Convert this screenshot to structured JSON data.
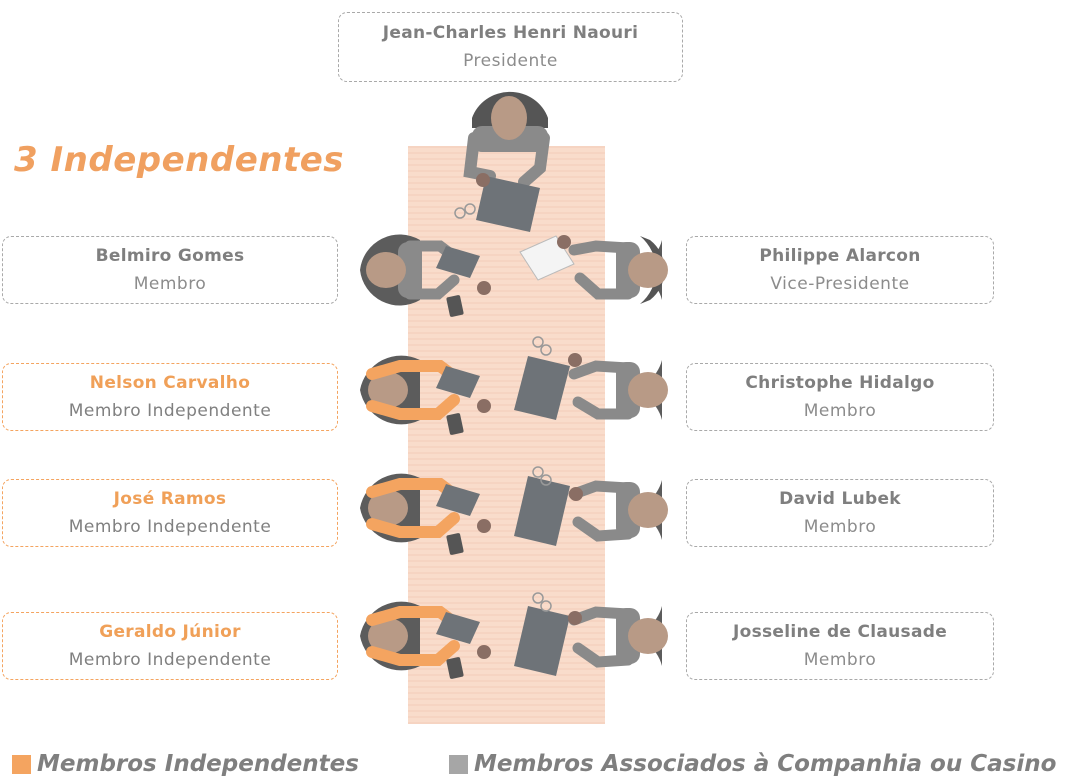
{
  "headline": "3 Independentes",
  "president": {
    "name": "Jean-Charles Henri Naouri",
    "role": "Presidente"
  },
  "left_members": [
    {
      "name": "Belmiro Gomes",
      "role": "Membro",
      "independent": false
    },
    {
      "name": "Nelson Carvalho",
      "role": "Membro Independente",
      "independent": true
    },
    {
      "name": "José Ramos",
      "role": "Membro Independente",
      "independent": true
    },
    {
      "name": "Geraldo Júnior",
      "role": "Membro Independente",
      "independent": true
    }
  ],
  "right_members": [
    {
      "name": "Philippe Alarcon",
      "role": "Vice-Presidente",
      "independent": false
    },
    {
      "name": "Christophe Hidalgo",
      "role": "Membro",
      "independent": false
    },
    {
      "name": "David Lubek",
      "role": "Membro",
      "independent": false
    },
    {
      "name": "Josseline de Clausade",
      "role": "Membro",
      "independent": false
    }
  ],
  "legend": [
    {
      "label": "Membros Independentes",
      "color": "#f4a460"
    },
    {
      "label": "Membros Associados à Companhia ou Casino",
      "color": "#a6a6a6"
    }
  ],
  "colors": {
    "independent": "#f4a460",
    "associated": "#a6a6a6",
    "table": "#f8dccb"
  }
}
